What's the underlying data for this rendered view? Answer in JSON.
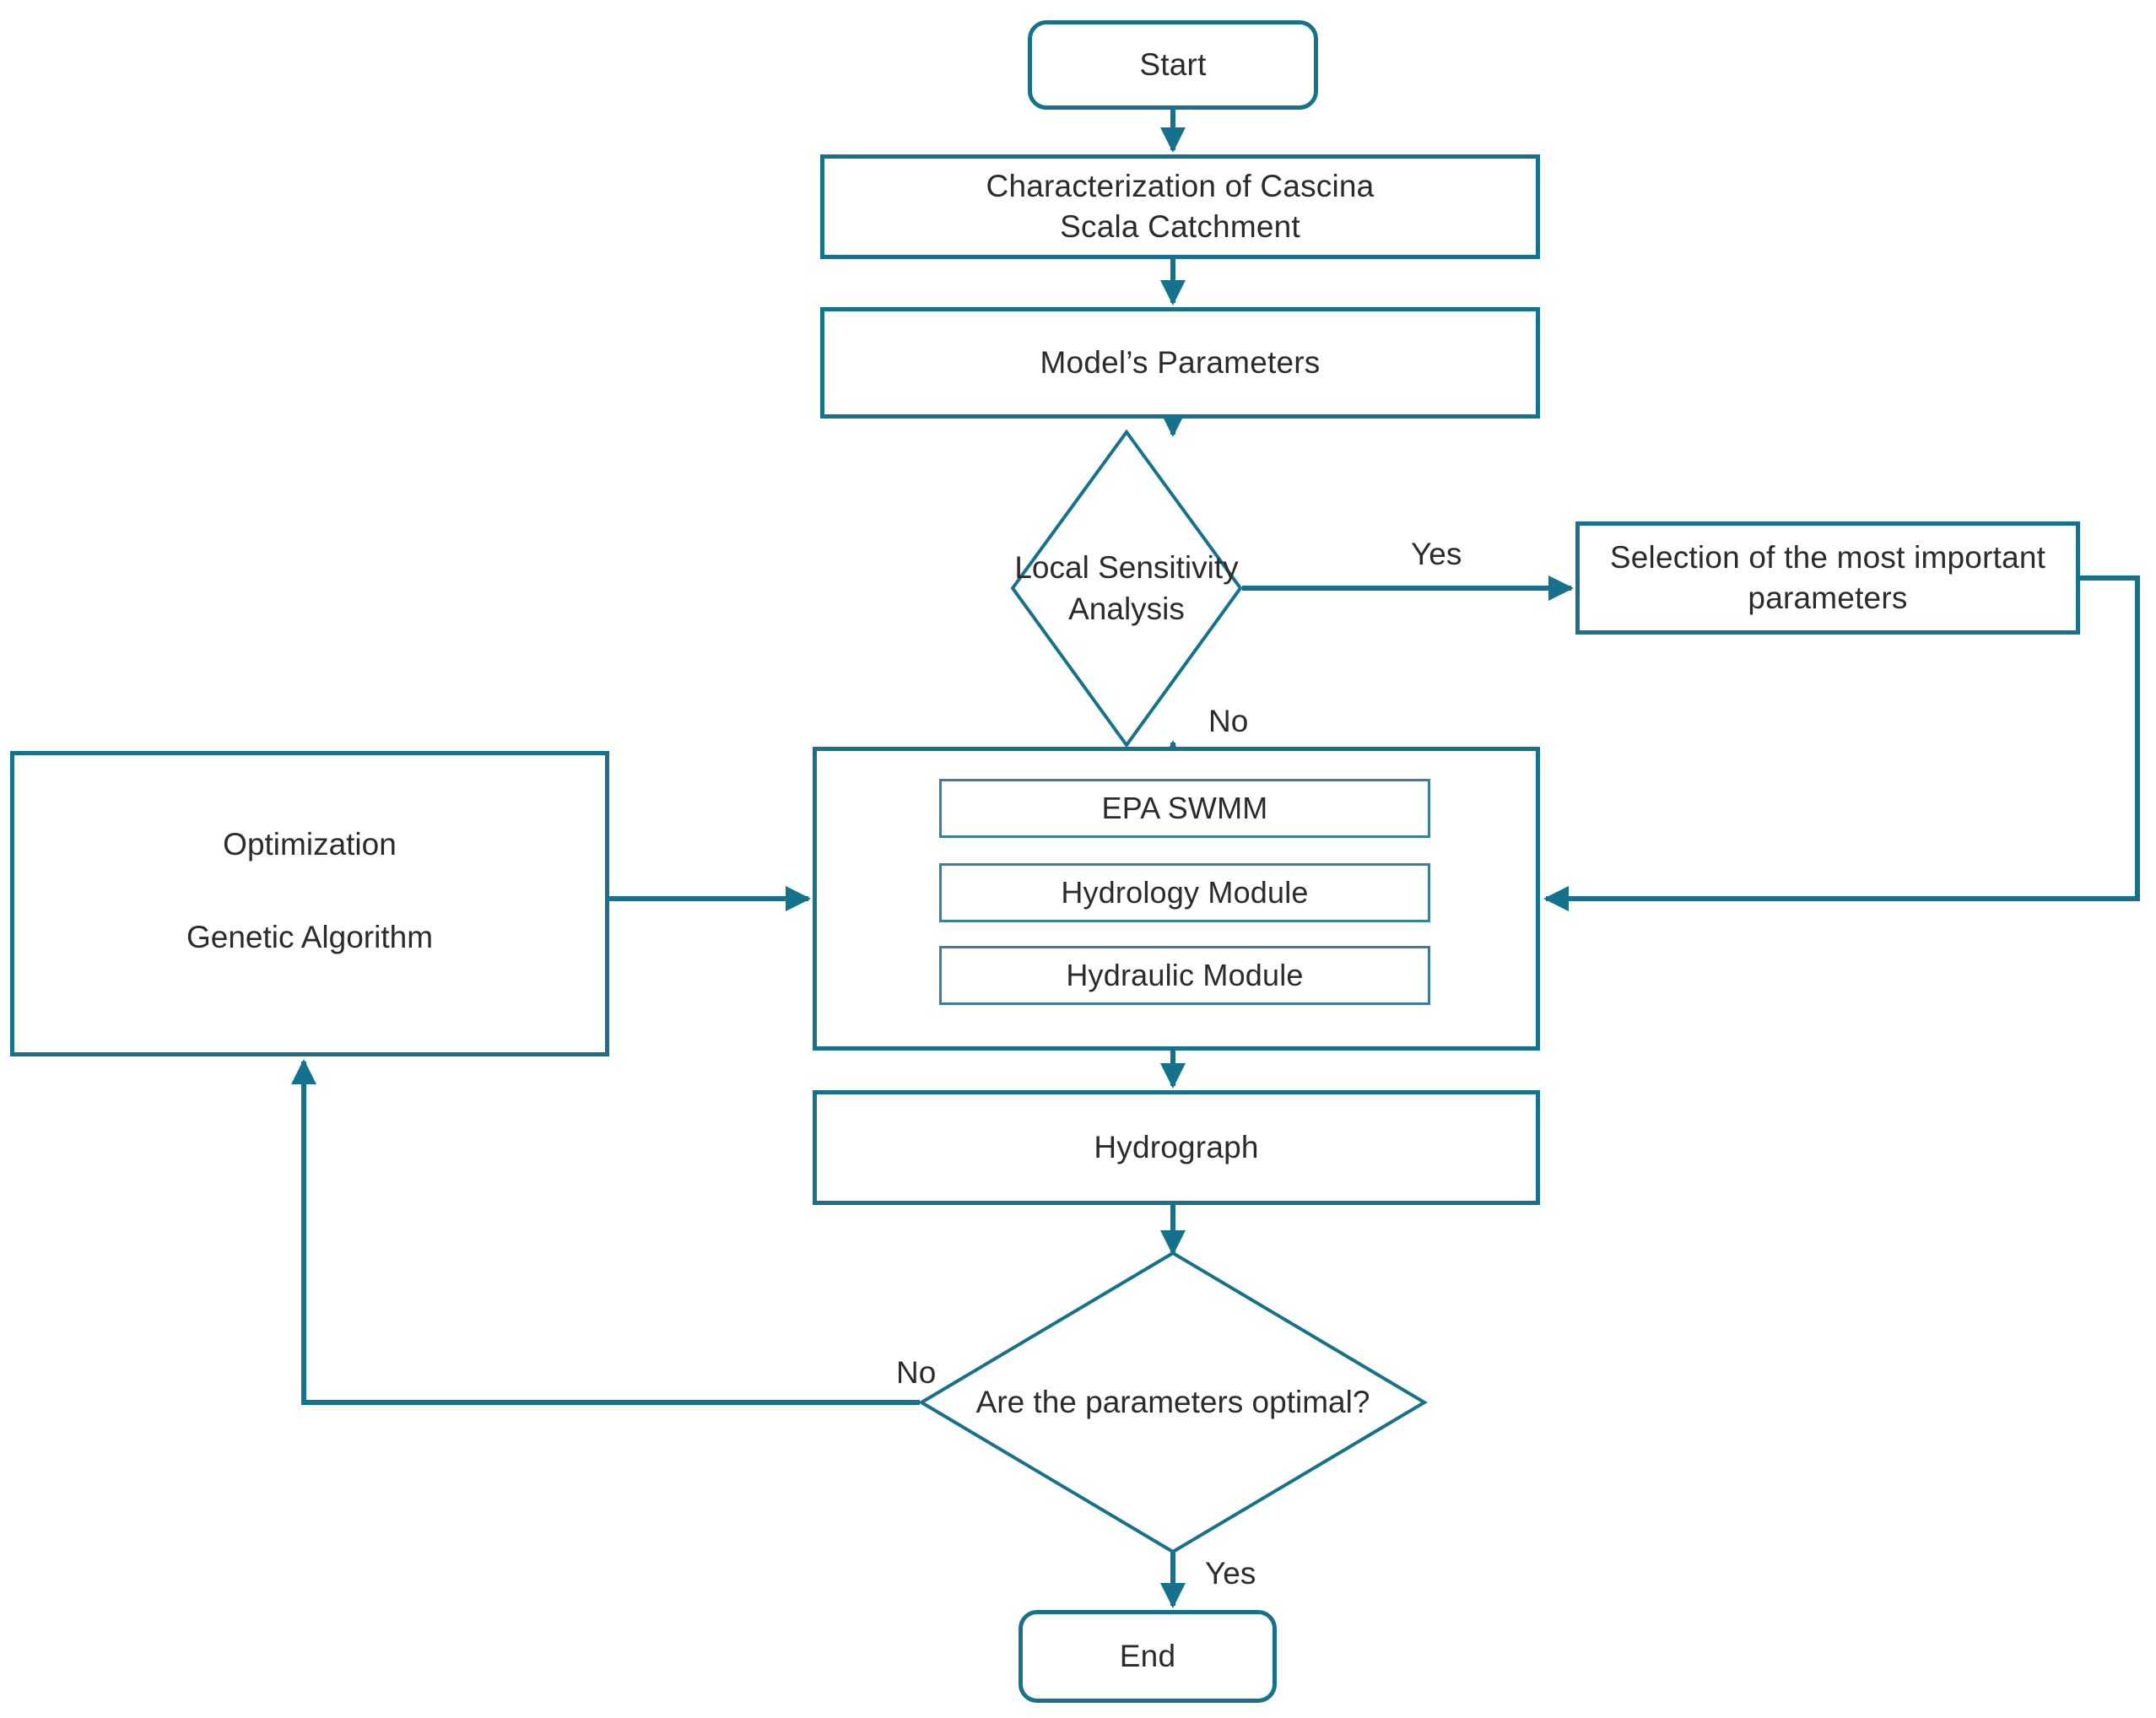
{
  "diagram": {
    "title": "SWMM model calibration flowchart",
    "accent_color": "#15718c",
    "text_color": "#2b2b2b",
    "background_color": "#ffffff"
  },
  "nodes": {
    "start": {
      "label": "Start"
    },
    "characterization": {
      "label": "Characterization of Cascina Scala Catchment"
    },
    "model_parameters": {
      "label": "Model’s Parameters"
    },
    "sensitivity": {
      "label": "Local Sensitivity Analysis"
    },
    "selection": {
      "label": "Selection of the most important parameters"
    },
    "optimization": {
      "line1": "Optimization",
      "line2": "Genetic Algorithm"
    },
    "swmm_group": {
      "modules": [
        {
          "label": "EPA SWMM"
        },
        {
          "label": "Hydrology Module"
        },
        {
          "label": "Hydraulic Module"
        }
      ]
    },
    "hydrograph": {
      "label": "Hydrograph"
    },
    "optimal_check": {
      "label": "Are the parameters optimal?"
    },
    "end": {
      "label": "End"
    }
  },
  "edge_labels": {
    "sensitivity_yes": "Yes",
    "sensitivity_no": "No",
    "optimal_no": "No",
    "optimal_yes": "Yes"
  }
}
